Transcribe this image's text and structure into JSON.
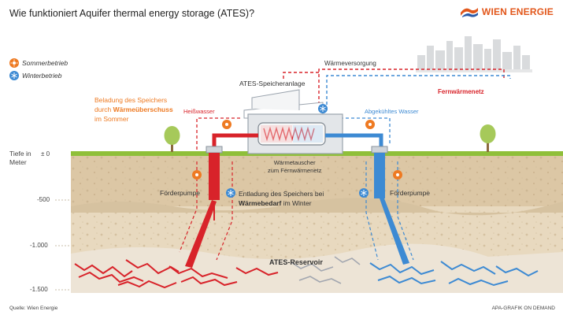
{
  "title": "Wie funktioniert Aquifer thermal energy storage (ATES)?",
  "logo": {
    "text": "WIEN ENERGIE"
  },
  "legend": [
    {
      "label": "Sommerbetrieb",
      "color": "#ee7a22",
      "icon": "sun-icon"
    },
    {
      "label": "Winterbetrieb",
      "color": "#3d8ad3",
      "icon": "snowflake-icon"
    }
  ],
  "labels": {
    "waermeversorgung": "Wärmeversorgung",
    "fernwaermenetz": "Fernwärmenetz",
    "ates_anlage": "ATES-Speicheranlage",
    "heisswasser": "Heißwasser",
    "abgekuehltes_wasser": "Abgekühltes Wasser",
    "beladung_1": "Beladung des Speichers",
    "beladung_2a": "durch ",
    "beladung_2b": "Wärmeüberschuss",
    "beladung_3": "im Sommer",
    "waermetauscher_1": "Wärmetauscher",
    "waermetauscher_2": "zum Fernwärmenetz",
    "foerderpumpe_left": "Förderpumpe",
    "foerderpumpe_right": "Förderpumpe",
    "entladung_1": "Entladung des Speichers bei",
    "entladung_2a": "Wärmebedarf",
    "entladung_2b": " im Winter",
    "reservoir": "ATES-Reservoir"
  },
  "depth_axis": {
    "title_1": "Tiefe in",
    "title_2": "Meter",
    "ticks": [
      "± 0",
      "-500",
      "-1.000",
      "-1.500"
    ]
  },
  "footer": {
    "source": "Quelle: Wien Energie",
    "credit": "APA-GRAFIK ON DEMAND"
  },
  "colors": {
    "summer": "#ee7a22",
    "winter": "#3d8ad3",
    "hot": "#d8232a",
    "cold": "#3d8ad3",
    "ground": "#e4d2b6",
    "grass": "#8fbf3a"
  }
}
